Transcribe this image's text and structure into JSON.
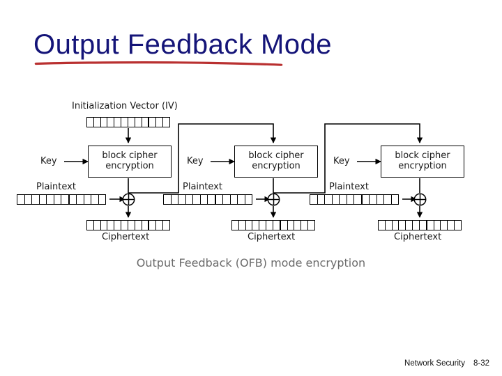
{
  "slide": {
    "title": "Output Feedback Mode",
    "title_color": "#141478",
    "underline_color": "#b93030"
  },
  "diagram": {
    "caption": "Output Feedback (OFB) mode encryption",
    "caption_color": "#6b6b6b",
    "iv_label": "Initialization Vector (IV)",
    "cipher_line1": "block cipher",
    "cipher_line2": "encryption",
    "key_label": "Key",
    "plaintext_label": "Plaintext",
    "ciphertext_label": "Ciphertext",
    "xor_symbol": "⊕",
    "stages": [
      {
        "key_label": "Key",
        "cipher_line1": "block cipher",
        "cipher_line2": "encryption",
        "plaintext_label": "Plaintext",
        "ciphertext_label": "Ciphertext"
      },
      {
        "key_label": "Key",
        "cipher_line1": "block cipher",
        "cipher_line2": "encryption",
        "plaintext_label": "Plaintext",
        "ciphertext_label": "Ciphertext"
      },
      {
        "key_label": "Key",
        "cipher_line1": "block cipher",
        "cipher_line2": "encryption",
        "plaintext_label": "Plaintext",
        "ciphertext_label": "Ciphertext"
      }
    ]
  },
  "footer": {
    "course": "Network Security",
    "page": "8-32"
  }
}
